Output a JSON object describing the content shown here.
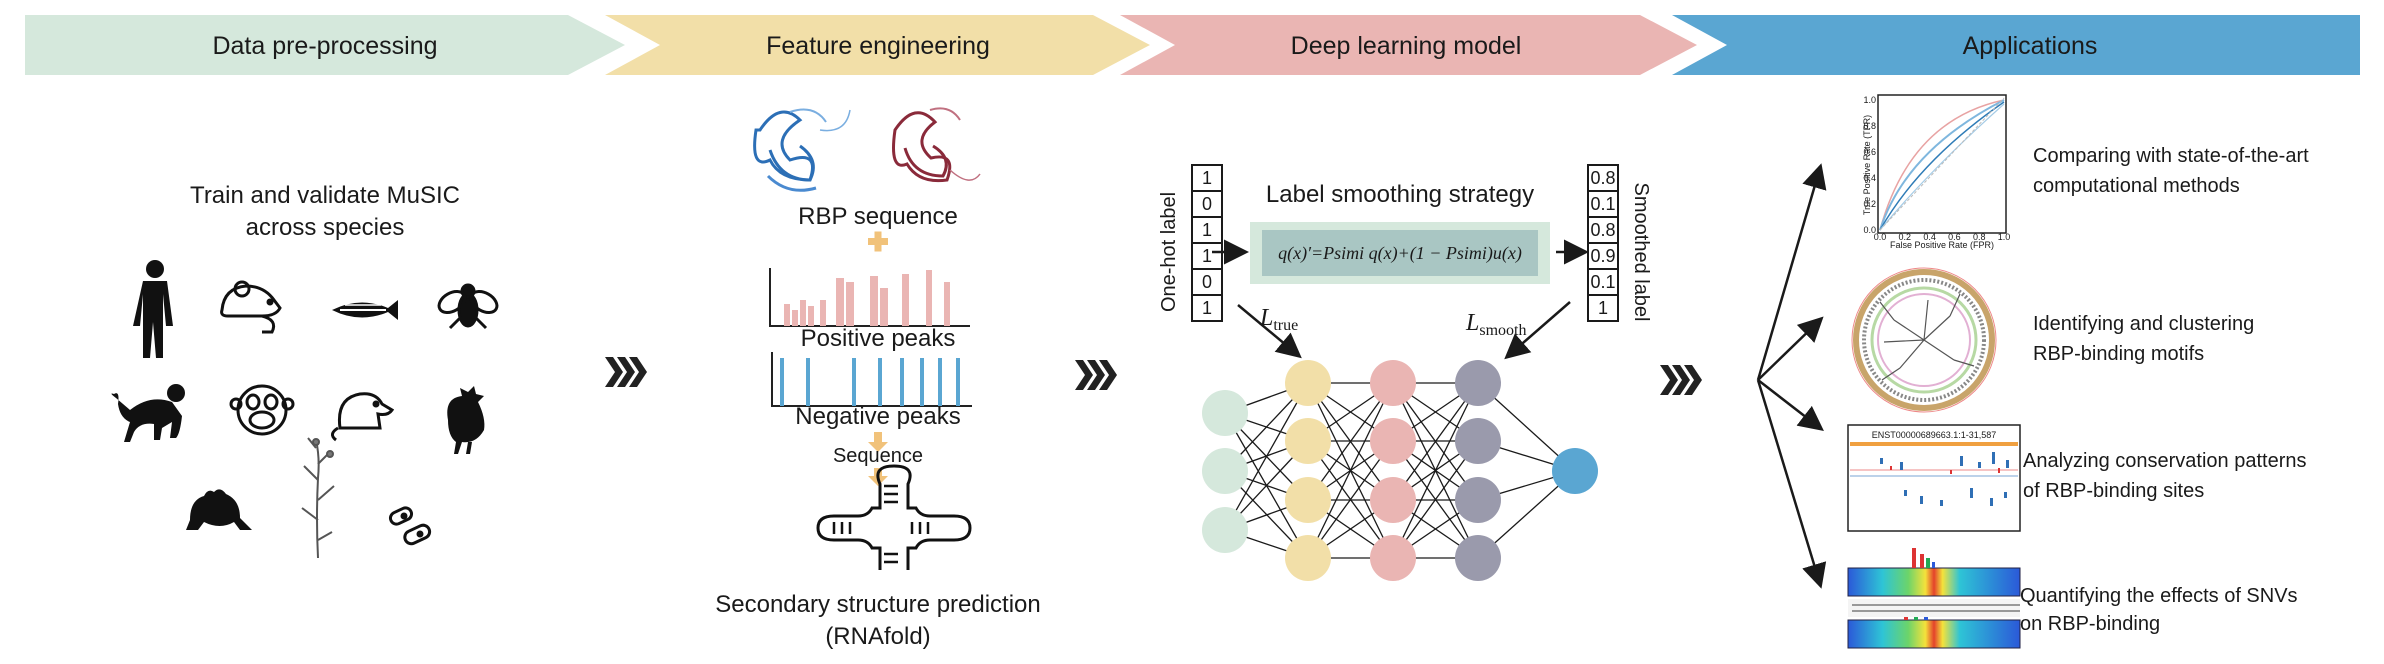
{
  "banners": {
    "preprocessing": {
      "label": "Data pre-processing",
      "color": "#d5e8dc"
    },
    "feature": {
      "label": "Feature engineering",
      "color": "#f2dfa8"
    },
    "model": {
      "label": "Deep learning model",
      "color": "#eab5b3"
    },
    "applications": {
      "label": "Applications",
      "color": "#5aa6d2"
    }
  },
  "preprocessing": {
    "title_line1": "Train and validate MuSIC",
    "title_line2": "across species"
  },
  "feature": {
    "rbp_sequence": "RBP sequence",
    "positive_peaks": "Positive peaks",
    "negative_peaks": "Negative peaks",
    "sequence": "Sequence",
    "structure_line1": "Secondary structure prediction",
    "structure_line2": "(RNAfold)"
  },
  "model": {
    "label_smoothing_title": "Label smoothing strategy",
    "equation": "q(x)′=Psimi q(x)+(1 − Psimi)u(x)",
    "one_hot_label": "One-hot label",
    "smoothed_label": "Smoothed label",
    "one_hot_values": [
      "1",
      "0",
      "1",
      "1",
      "0",
      "1"
    ],
    "smoothed_values": [
      "0.8",
      "0.1",
      "0.8",
      "0.9",
      "0.1",
      "1"
    ],
    "l_true": "L",
    "l_true_sub": "true",
    "l_smooth": "L",
    "l_smooth_sub": "smooth",
    "layer_colors": [
      "#d5e8dc",
      "#f2dfa8",
      "#eab5b3",
      "#9a9aac",
      "#5aa6d2"
    ]
  },
  "applications": {
    "items": [
      {
        "line1": "Comparing with state-of-the-art",
        "line2": "computational methods"
      },
      {
        "line1": "Identifying and clustering",
        "line2": "RBP-binding motifs"
      },
      {
        "line1": "Analyzing conservation patterns",
        "line2": "of RBP-binding sites"
      },
      {
        "line1": "Quantifying the effects of SNVs",
        "line2": "on RBP-binding"
      }
    ],
    "roc_xlabel": "False Positive Rate (FPR)",
    "roc_ylabel": "True Positive Rate (TPR)",
    "roc_ticks": [
      "0.0",
      "0.2",
      "0.4",
      "0.6",
      "0.8",
      "1.0"
    ],
    "genome_track_title": "ENST00000689663.1:1-31,587"
  }
}
